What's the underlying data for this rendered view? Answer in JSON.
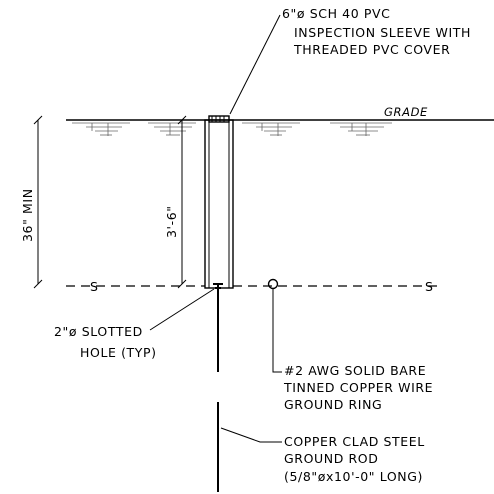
{
  "labels": {
    "sleeve_line1": "6\"ø SCH 40 PVC",
    "sleeve_line2": "INSPECTION SLEEVE WITH",
    "sleeve_line3": "THREADED PVC COVER",
    "grade": "GRADE",
    "dim_36_min": "36\" MIN",
    "dim_3_6": "3'-6\"",
    "slotted_line1": "2\"ø SLOTTED",
    "slotted_line2": "HOLE (TYP)",
    "wire_line1": "#2 AWG SOLID BARE",
    "wire_line2": "TINNED COPPER WIRE",
    "wire_line3": "GROUND RING",
    "rod_line1": "COPPER CLAD STEEL",
    "rod_line2": "GROUND ROD",
    "rod_line3": "(5/8\"øx10'-0\" LONG)",
    "wire_marker_left": "S",
    "wire_marker_right": "S"
  }
}
